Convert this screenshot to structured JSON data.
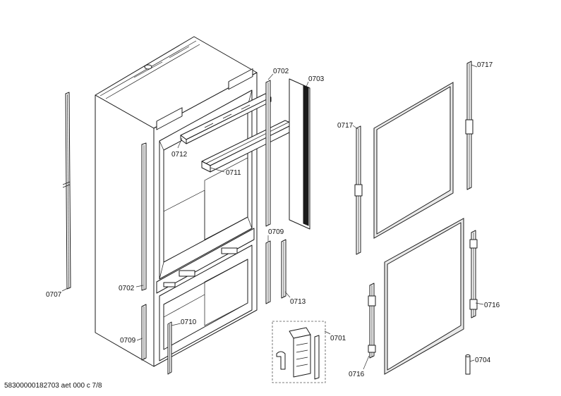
{
  "document": {
    "footer_text": "58300000182703 aet 000 c 7/8"
  },
  "callouts": [
    {
      "id": "0702-top",
      "label": "0702"
    },
    {
      "id": "0703",
      "label": "0703"
    },
    {
      "id": "0712",
      "label": "0712"
    },
    {
      "id": "0711",
      "label": "0711"
    },
    {
      "id": "0717-left",
      "label": "0717"
    },
    {
      "id": "0717-right",
      "label": "0717"
    },
    {
      "id": "0709-mid",
      "label": "0709"
    },
    {
      "id": "0702-bottom",
      "label": "0702"
    },
    {
      "id": "0713",
      "label": "0713"
    },
    {
      "id": "0707",
      "label": "0707"
    },
    {
      "id": "0710",
      "label": "0710"
    },
    {
      "id": "0709-bottom",
      "label": "0709"
    },
    {
      "id": "0701",
      "label": "0701"
    },
    {
      "id": "0716-right",
      "label": "0716"
    },
    {
      "id": "0716-left",
      "label": "0716"
    },
    {
      "id": "0704",
      "label": "0704"
    }
  ]
}
